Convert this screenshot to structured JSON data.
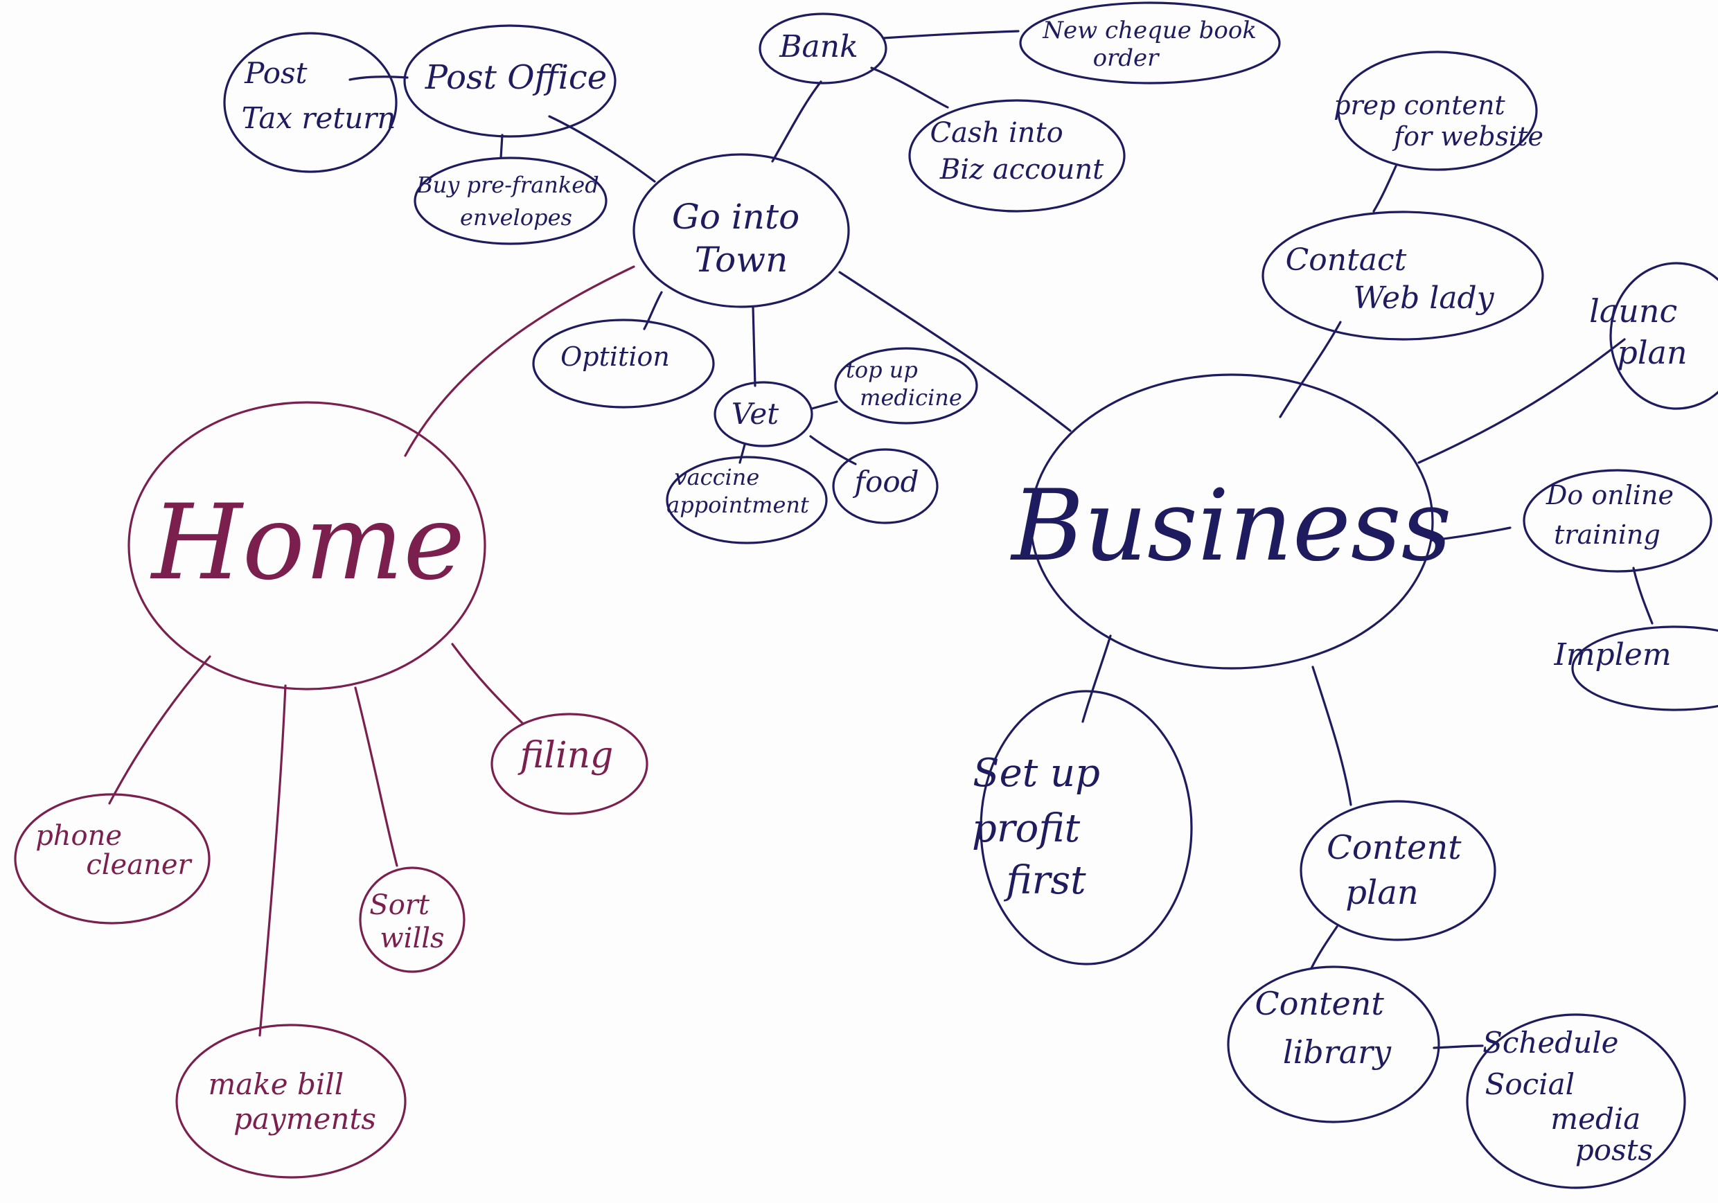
{
  "colors": {
    "business_ink": "#1e1b5e",
    "home_ink": "#7a1f4e",
    "paper": "#fdfdfd"
  },
  "nodes": {
    "home": "Home",
    "business": "Business",
    "go_into_town": [
      "Go into",
      "Town"
    ],
    "post_office": "Post Office",
    "post_tax_return": [
      "Post",
      "Tax return"
    ],
    "buy_envelopes": [
      "Buy pre-franked",
      "envelopes"
    ],
    "bank": "Bank",
    "new_cheque_book": [
      "New cheque book",
      "order"
    ],
    "cash_into_biz": [
      "Cash into",
      "Biz account"
    ],
    "optician": "Optition",
    "vet": "Vet",
    "top_up_medicine": [
      "top up",
      "medicine"
    ],
    "vaccine_appointment": [
      "vaccine",
      "appointment"
    ],
    "food": "food",
    "prep_content": [
      "prep content",
      "for website"
    ],
    "contact_web_lady": [
      "Contact",
      "Web lady"
    ],
    "launch_plan": [
      "launc",
      "plan"
    ],
    "do_online_training": [
      "Do online",
      "training"
    ],
    "implement": "Implem",
    "set_up_profit_first": [
      "Set up",
      "profit",
      "first"
    ],
    "content_plan": [
      "Content",
      "plan"
    ],
    "content_library": [
      "Content",
      "library"
    ],
    "schedule_social": [
      "Schedule",
      "Social",
      "media",
      "posts"
    ],
    "phone_cleaner": [
      "phone",
      "cleaner"
    ],
    "sort_wills": [
      "Sort",
      "wills"
    ],
    "make_bill_payments": [
      "make bill",
      "payments"
    ],
    "filing": "filing"
  }
}
